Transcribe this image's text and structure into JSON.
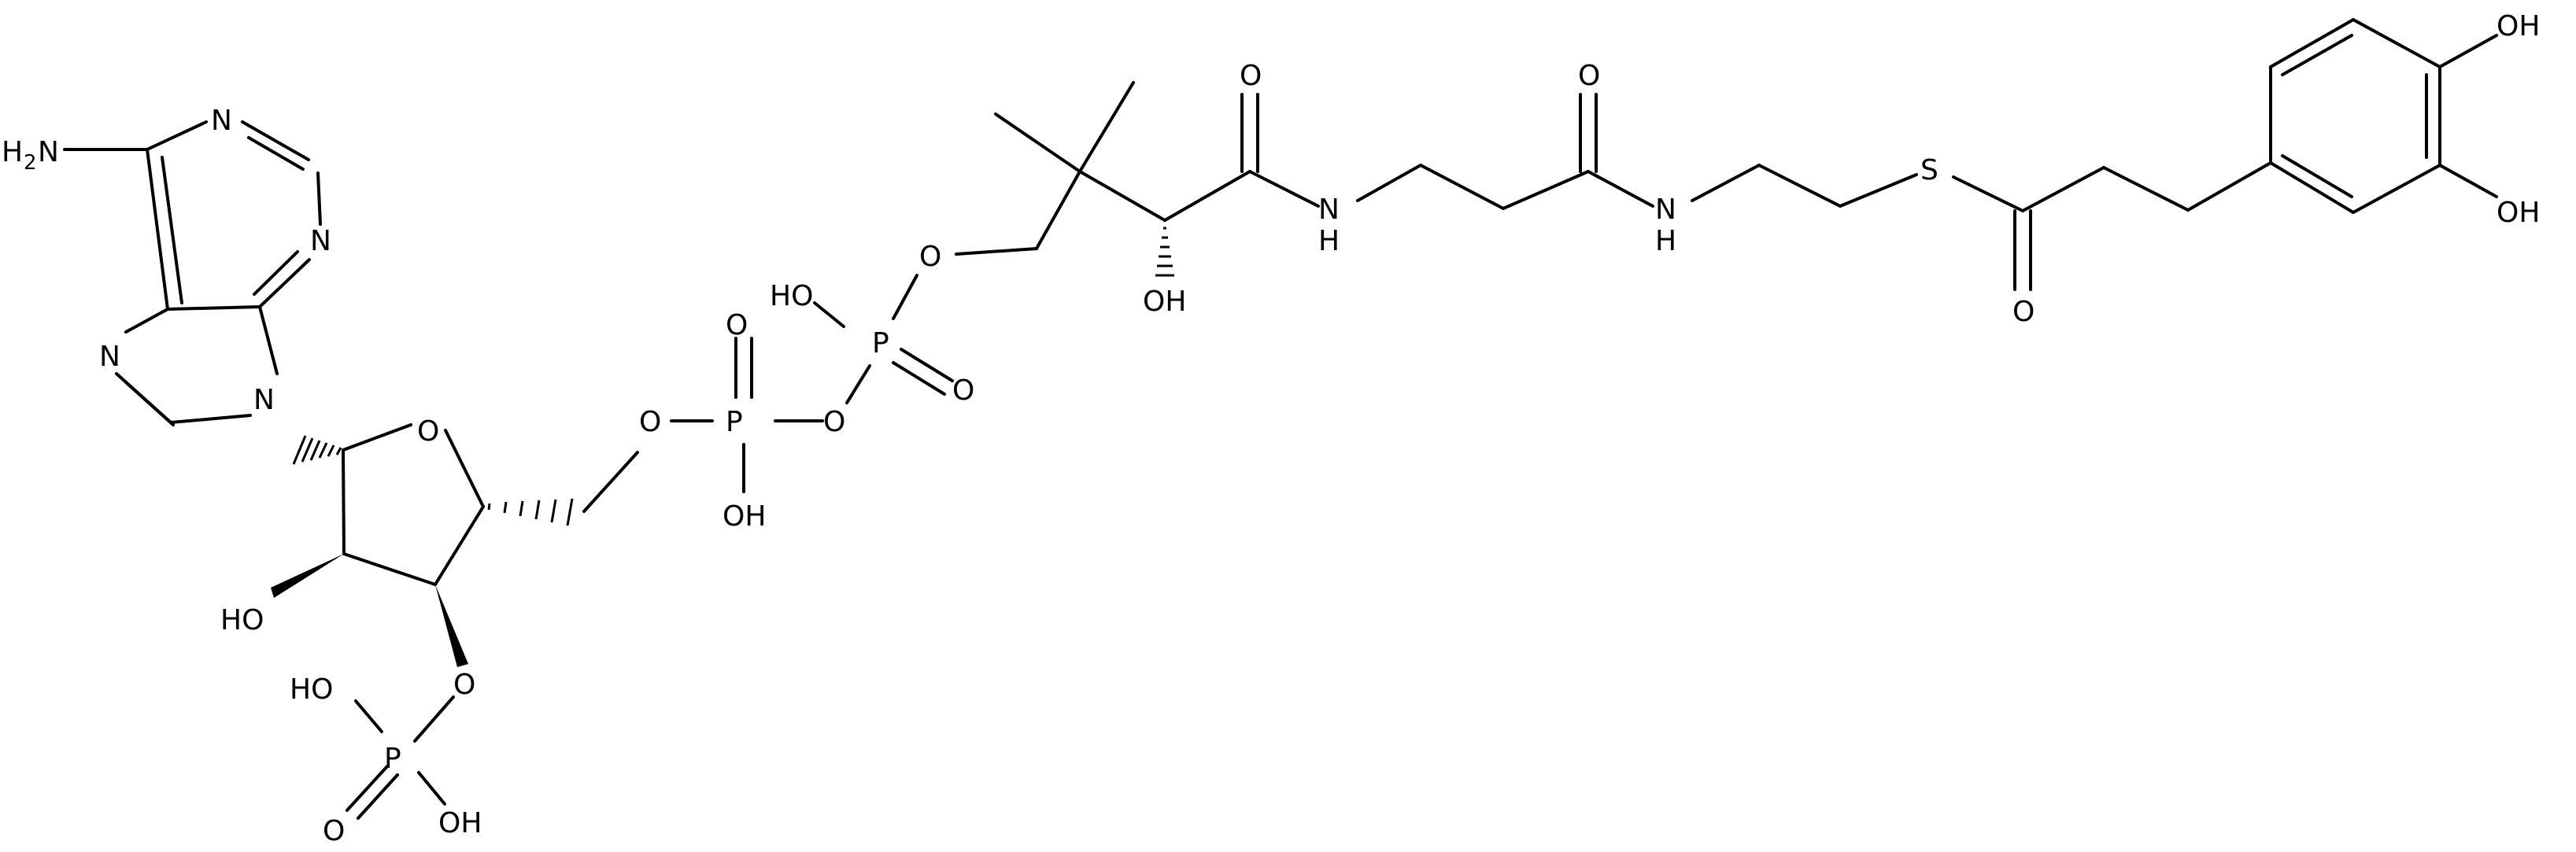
{
  "background": "#ffffff",
  "bond_color": "#000000",
  "labels": {
    "h2n": "H",
    "h2n_sub": "2",
    "h2n_n": "N",
    "n_purine_top": "N",
    "n_purine_right": "N",
    "n_purine_left": "N",
    "n_purine_9": "N",
    "o_ring": "O",
    "ho_2prime": "HO",
    "o_3prime": "O",
    "p_3prime": "P",
    "ho_p3_top": "HO",
    "o_p3_double": "O",
    "oh_p3_right": "OH",
    "o_5prime": "O",
    "p_alpha": "P",
    "o_alpha_top": "O",
    "oh_alpha": "OH",
    "o_bridge": "O",
    "p_beta": "P",
    "ho_beta": "HO",
    "o_beta_double": "O",
    "o_pant": "O",
    "oh_pant": "OH",
    "o_amide1": "O",
    "nh_amide1_n": "N",
    "nh_amide1_h": "H",
    "o_amide2": "O",
    "nh_amide2_n": "N",
    "nh_amide2_h": "H",
    "s_thioester": "S",
    "o_thioester": "O",
    "oh_cat_top": "OH",
    "oh_cat_bottom": "OH"
  }
}
